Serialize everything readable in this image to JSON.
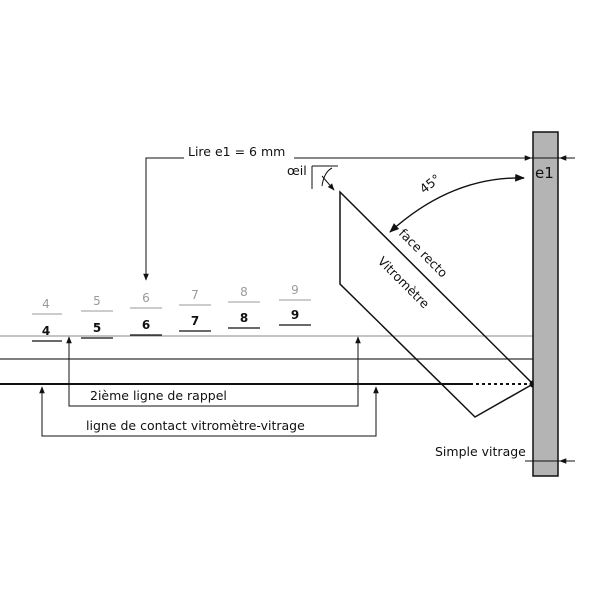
{
  "labels": {
    "read_instruction": "Lire e1 = 6 mm",
    "eye": "œil",
    "angle": "45°",
    "face": "face recto",
    "instrument": "Vitromètre",
    "thickness": "e1",
    "second_line": "2ième ligne de rappel",
    "contact_line": "ligne de contact vitromètre-vitrage",
    "glazing": "Simple vitrage"
  },
  "scale_ghost": [
    "4",
    "5",
    "6",
    "7",
    "8",
    "9"
  ],
  "scale_main": [
    "4",
    "5",
    "6",
    "7",
    "8",
    "9"
  ],
  "colors": {
    "glass": "#b4b4b4",
    "line": "#111111",
    "ghost": "#9a9a9a",
    "thin_line": "#888888"
  }
}
